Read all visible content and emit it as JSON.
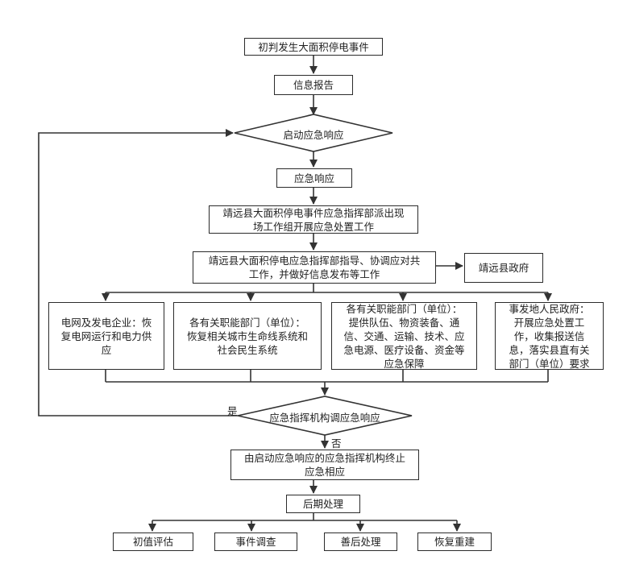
{
  "nodes": {
    "initial": "初判发生大面积停电事件",
    "report": "信息报告",
    "start_decision": "启动应急响应",
    "response": "应急响应",
    "field_team": "靖远县大面积停电事件应急指挥部派出现\n场工作组开展应急处置工作",
    "command": "靖远县大面积停电应急指挥部指导、协调应对共\n工作，并做好信息发布等工作",
    "county_gov": "靖远县政府",
    "grid": "电网及发电企业：恢\n复电网运行和电力供\n应",
    "dept_city": "各有关职能部门（单位）：\n恢复相关城市生命线系统和\n社会民生系统",
    "dept_support": "各有关职能部门（单位）：\n提供队伍、物资装备、通\n信、交通、运输、技术、应\n急电源、医疗设备、资金等\n应急保障",
    "local_gov": "事发地人民政府：\n开展应急处置工\n作，收集报送信\n息，落实县直有关\n部门（单位）要求",
    "adjust_decision": "应急指挥机构调应急响应",
    "terminate": "由启动应急响应的应急指挥机构终止\n应急相应",
    "post": "后期处理",
    "eval": "初值评估",
    "investigate": "事件调查",
    "aftermath": "善后处理",
    "rebuild": "恢复重建"
  },
  "edge_labels": {
    "yes": "是",
    "no": "否"
  }
}
